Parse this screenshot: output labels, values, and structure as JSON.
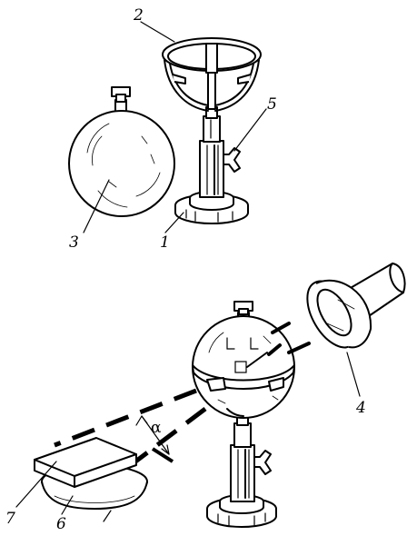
{
  "labels": {
    "l1": "1",
    "l2": "2",
    "l3": "3",
    "l4": "4",
    "l5": "5",
    "l6": "6",
    "l7": "7",
    "alpha": "α"
  },
  "colors": {
    "ink": "#000000",
    "paper": "#ffffff"
  }
}
